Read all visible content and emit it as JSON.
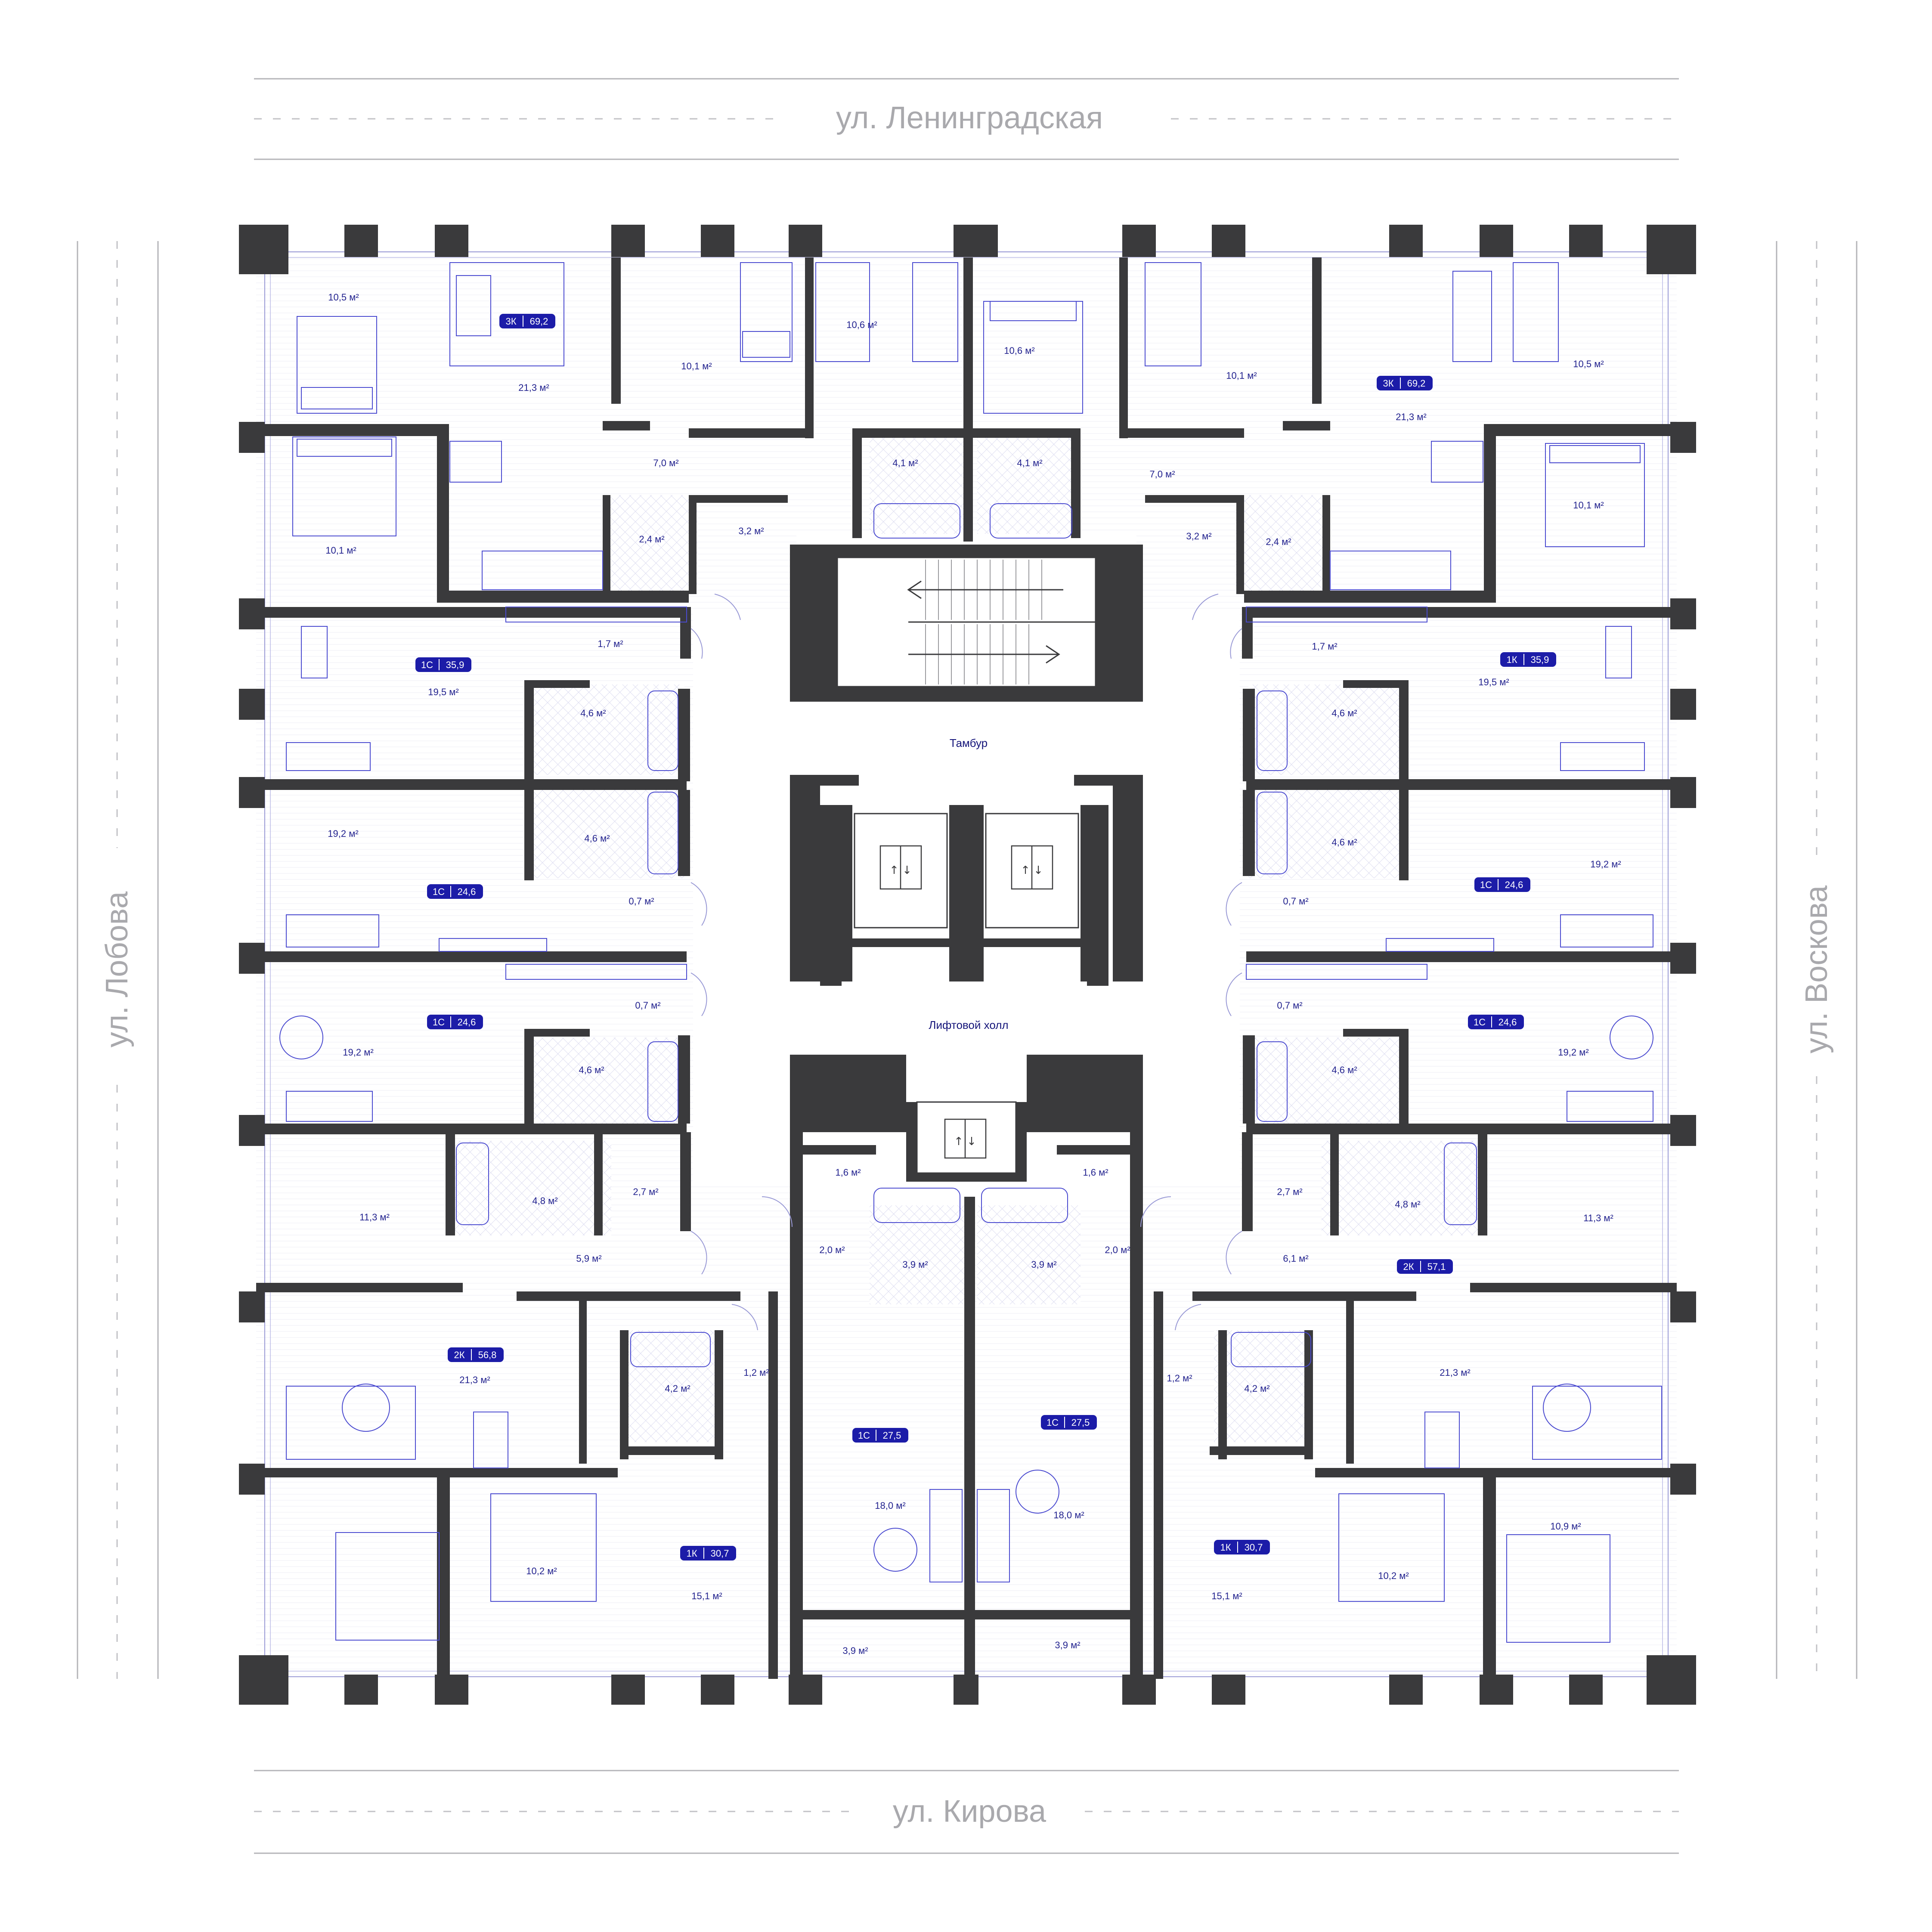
{
  "streets": {
    "north": "ул. Ленинградская",
    "south": "ул. Кирова",
    "west": "ул. Лобова",
    "east": "ул. Воскова"
  },
  "core": {
    "vestibule": "Тамбур",
    "elevator_hall": "Лифтовой холл",
    "elevator_arrows": "↑ ↓"
  },
  "apartments": [
    {
      "type": "3К",
      "area": "69,2"
    },
    {
      "type": "3К",
      "area": "69,2"
    },
    {
      "type": "1С",
      "area": "35,9"
    },
    {
      "type": "1К",
      "area": "35,9"
    },
    {
      "type": "1С",
      "area": "24,6"
    },
    {
      "type": "1С",
      "area": "24,6"
    },
    {
      "type": "1С",
      "area": "24,6"
    },
    {
      "type": "1С",
      "area": "24,6"
    },
    {
      "type": "2К",
      "area": "56,8"
    },
    {
      "type": "2К",
      "area": "57,1"
    },
    {
      "type": "1С",
      "area": "27,5"
    },
    {
      "type": "1С",
      "area": "27,5"
    },
    {
      "type": "1К",
      "area": "30,7"
    },
    {
      "type": "1К",
      "area": "30,7"
    }
  ],
  "rooms": [
    "10,5 м²",
    "21,3 м²",
    "10,1 м²",
    "10,6 м²",
    "10,6 м²",
    "10,1 м²",
    "21,3 м²",
    "10,5 м²",
    "10,1 м²",
    "7,0 м²",
    "4,1 м²",
    "4,1 м²",
    "7,0 м²",
    "10,1 м²",
    "2,4 м²",
    "3,2 м²",
    "3,2 м²",
    "2,4 м²",
    "1,7 м²",
    "1,7 м²",
    "19,5 м²",
    "19,5 м²",
    "4,6 м²",
    "4,6 м²",
    "19,2 м²",
    "4,6 м²",
    "4,6 м²",
    "19,2 м²",
    "0,7 м²",
    "0,7 м²",
    "0,7 м²",
    "0,7 м²",
    "19,2 м²",
    "4,6 м²",
    "4,6 м²",
    "19,2 м²",
    "11,3 м²",
    "4,8 м²",
    "2,7 м²",
    "5,9 м²",
    "1,6 м²",
    "1,6 м²",
    "2,7 м²",
    "4,8 м²",
    "11,3 м²",
    "6,1 м²",
    "2,0 м²",
    "3,9 м²",
    "3,9 м²",
    "2,0 м²",
    "21,3 м²",
    "4,2 м²",
    "1,2 м²",
    "1,2 м²",
    "4,2 м²",
    "21,3 м²",
    "18,0 м²",
    "18,0 м²",
    "10,2 м²",
    "15,1 м²",
    "15,1 м²",
    "10,2 м²",
    "10,9 м²",
    "3,9 м²",
    "3,9 м²"
  ]
}
